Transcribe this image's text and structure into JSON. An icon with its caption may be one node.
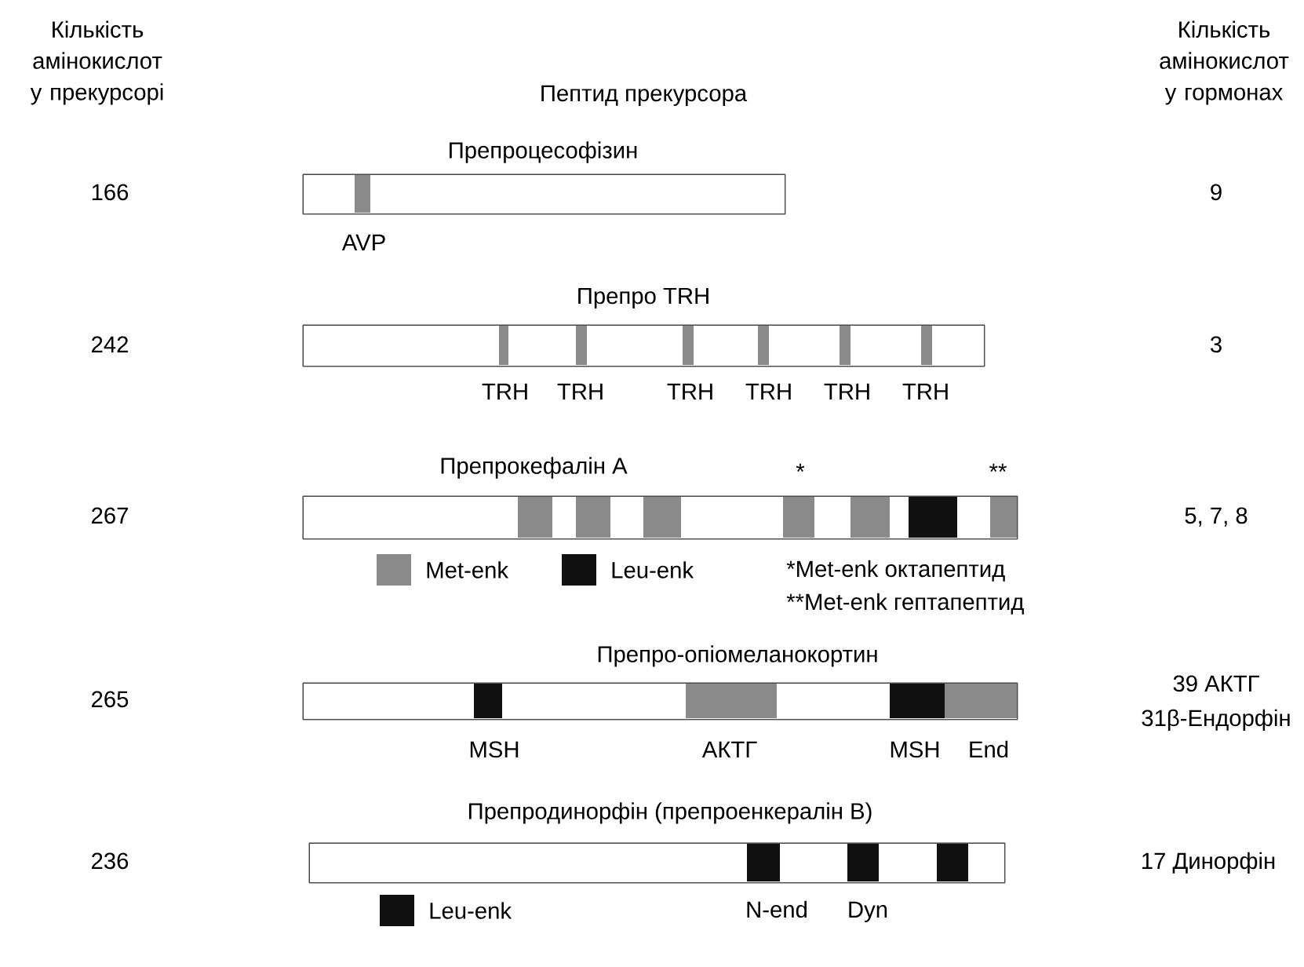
{
  "diagram": {
    "nodes": [
      {
        "text": [
          "Препроцесофізин"
        ]
      },
      {
        "text": [
          "Препро TRH"
        ]
      },
      {
        "text": [
          "Препрокефалін А"
        ]
      },
      {
        "text": [
          "Препро-опіомеланокортин"
        ]
      },
      {
        "text": [
          "Препродинорфін (препроенкералін В)"
        ]
      }
    ],
    "labels": [
      "Кількість амінокислот у прекурсорі",
      "Пептид прекурсора",
      "Кількість амінокислот у гормонах",
      "166",
      "9",
      "AVP",
      "242",
      "3",
      "TRH",
      "TRH",
      "TRH",
      "TRH",
      "TRH",
      "TRH",
      "*",
      "**",
      "267",
      "5, 7, 8",
      "*Met-enk октапептид",
      "**Met-enk гептапептид",
      "265",
      "39 АКТГ",
      "31β-Ендорфін",
      "MSH",
      "АКТГ",
      "MSH",
      "End",
      "236",
      "17 Динорфін",
      "N-end",
      "Dyn"
    ],
    "legend": [
      {
        "text": "Met-enk",
        "color": "#8a8a8a"
      },
      {
        "text": "Leu-enk",
        "color": "#111111"
      },
      {
        "text": "Leu-enk",
        "color": "#111111"
      }
    ]
  }
}
